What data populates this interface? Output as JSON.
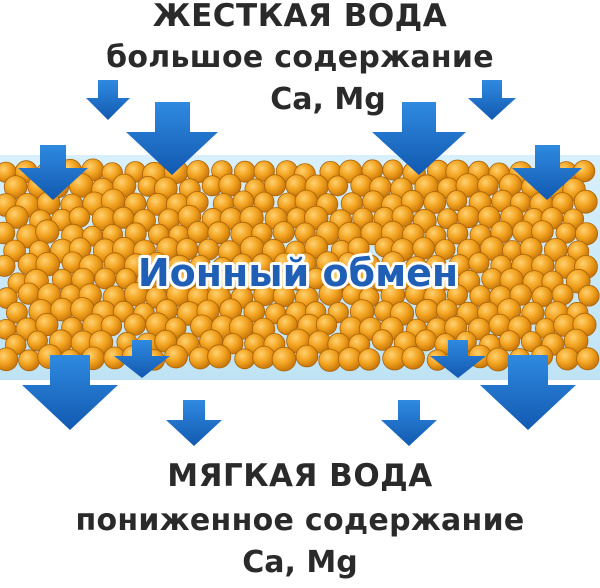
{
  "top": {
    "title": "ЖЕСТКАЯ ВОДА",
    "subtitle": "большое содержание",
    "ions": "Ca, Mg"
  },
  "center": {
    "label": "Ионный обмен"
  },
  "bottom": {
    "title": "МЯГКАЯ ВОДА",
    "subtitle": "пониженное содержание",
    "ions": "Ca, Mg"
  },
  "colors": {
    "water_band": "#cbe9f7",
    "bead": "#f2a21e",
    "arrow": "#1a6fc7",
    "label_text": "#1f5fb5",
    "text": "#2a2a2a"
  }
}
